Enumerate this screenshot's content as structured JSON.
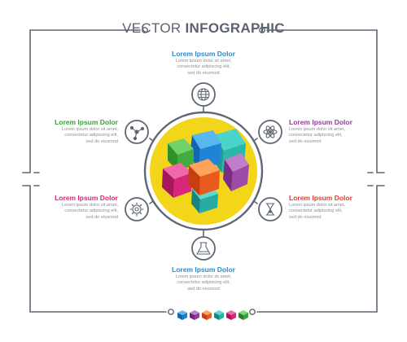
{
  "title": {
    "light": "VECTOR",
    "bold": "INFOGRAPHIC"
  },
  "colors": {
    "line": "#5e6673",
    "circle_fill": "#f3d51a",
    "top": "#2a8ac8",
    "bottom": "#2a8ac8",
    "left_top": "#3a9f3c",
    "left_bottom": "#d8267a",
    "right_top": "#8e3e98",
    "right_bottom": "#e0402e"
  },
  "items": {
    "top": {
      "heading": "Lorem Ipsum Dolor",
      "lines": [
        "Lorem ipsum dolor sit amet,",
        "consectetur adipiscing elit,",
        "sed do eiusmod"
      ],
      "icon": "globe-icon"
    },
    "left_top": {
      "heading": "Lorem Ipsum Dolor",
      "lines": [
        "Lorem ipsum dolor sit amet,",
        "consectetur adipiscing elit,",
        "sed do eiusmod"
      ],
      "icon": "molecule-icon"
    },
    "right_top": {
      "heading": "Lorem Ipsum Dolor",
      "lines": [
        "Lorem ipsum dolor sit amet,",
        "consectetur adipiscing elit,",
        "sed do eiusmod"
      ],
      "icon": "atom-icon"
    },
    "left_bottom": {
      "heading": "Lorem Ipsum Dolor",
      "lines": [
        "Lorem ipsum dolor sit amet,",
        "consectetur adipiscing elit,",
        "sed do eiusmod"
      ],
      "icon": "gear-icon"
    },
    "right_bottom": {
      "heading": "Lorem Ipsum Dolor",
      "lines": [
        "Lorem ipsum dolor sit amet,",
        "consectetur adipiscing elit,",
        "sed do eiusmod"
      ],
      "icon": "hourglass-icon"
    },
    "bottom": {
      "heading": "Lorem Ipsum Dolor",
      "lines": [
        "Lorem ipsum dolor sit amet,",
        "consectetur adipiscing elit,",
        "sed do eiusmod"
      ],
      "icon": "flask-icon"
    }
  },
  "swatches": [
    "#1a7fd0",
    "#8e3e98",
    "#e95a1f",
    "#1fb3a8",
    "#d8267a",
    "#3aa43a"
  ]
}
